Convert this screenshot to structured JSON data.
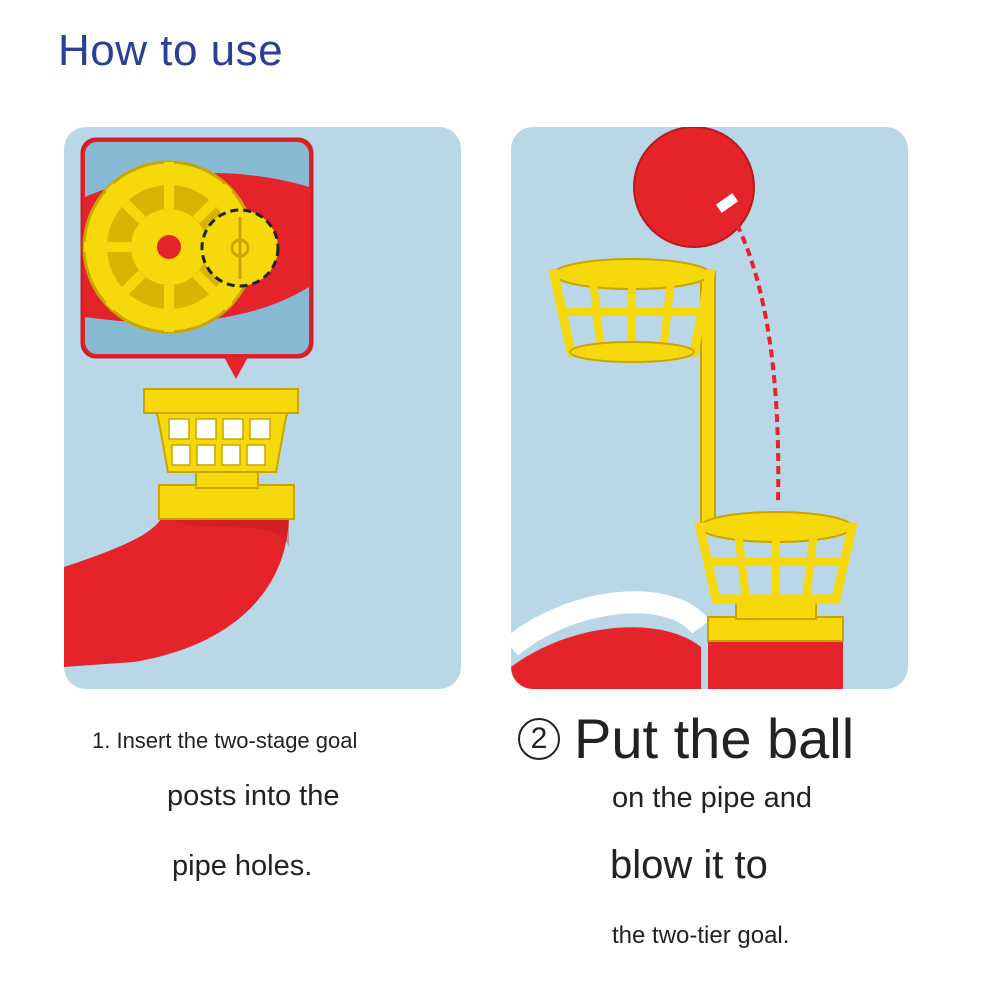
{
  "header": {
    "title": "How to use"
  },
  "step1": {
    "line1": "1. Insert the two-stage goal",
    "line2": "posts into the",
    "line3": "pipe holes."
  },
  "step2": {
    "number": "2",
    "heading": "Put the ball",
    "line2": "on the pipe and",
    "line3": "blow it to",
    "line4": "the two-tier goal."
  },
  "colors": {
    "title": "#2a3f95",
    "panel_bg": "#b9d7e6",
    "pipe_red": "#e5232a",
    "goal_yellow": "#f5d90a",
    "outline": "#c8a500"
  },
  "illustrations": {
    "left": [
      "pipe-icon",
      "basket-goal-icon",
      "pipe-hole-zoom-icon"
    ],
    "right": [
      "ball-icon",
      "two-tier-goal-icon",
      "pipe-icon"
    ]
  }
}
